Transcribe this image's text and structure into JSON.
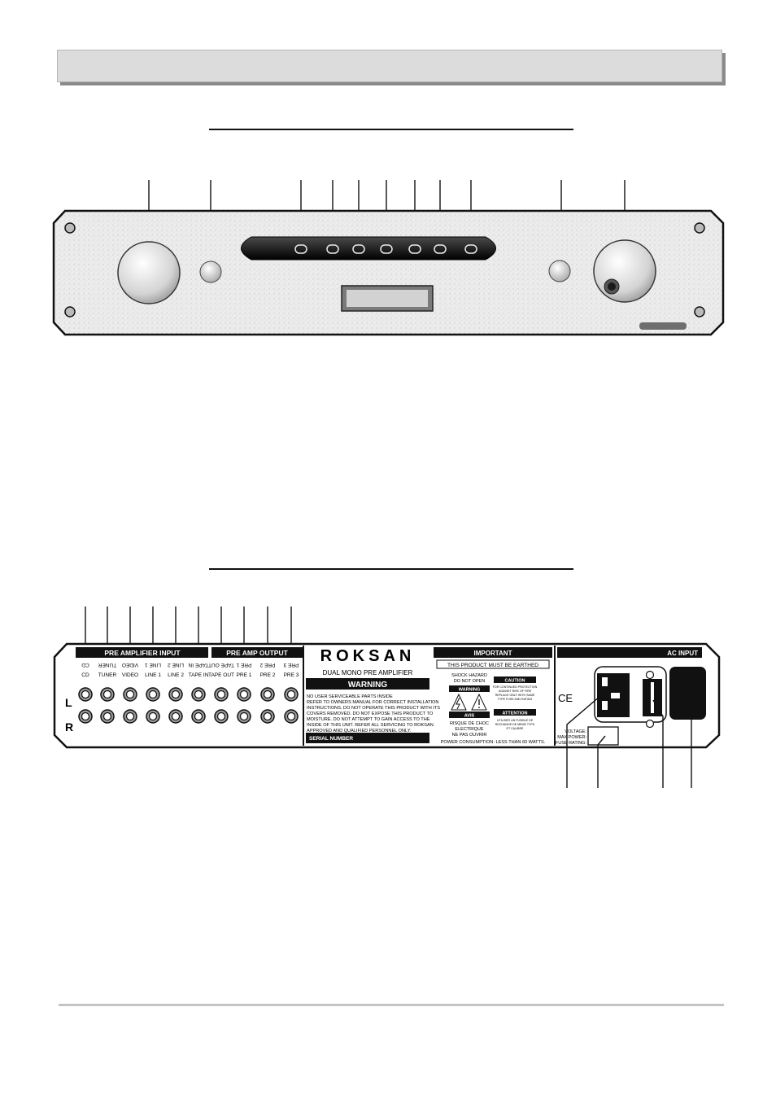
{
  "front_panel": {},
  "rear_panel": {
    "section_input": "PRE AMPLIFIER INPUT",
    "section_output": "PRE AMP OUTPUT",
    "channel_left": "L",
    "channel_right": "R",
    "jack_labels": [
      "CD",
      "TUNER",
      "VIDEO",
      "LINE 1",
      "LINE 2",
      "TAPE IN",
      "TAPE OUT",
      "PRE 1",
      "PRE 2",
      "PRE 3"
    ],
    "brand": "ROKSAN",
    "model": "DUAL MONO PRE AMPLIFIER",
    "warning_title": "WARNING",
    "warning_lines": [
      "NO USER SERVICEABLE PARTS INSIDE",
      "REFER TO OWNERS MANUAL FOR CORRECT INSTALLATION",
      "INSTRUCTIONS. DO NOT OPERATE THIS PRODUCT WITH ITS",
      "COVERS REMOVED. DO NOT EXPOSE THIS PRODUCT TO",
      "MOISTURE. DO NOT ATTEMPT TO GAIN ACCESS TO THE",
      "INSIDE OF THIS UNIT. REFER ALL SERVICING TO ROKSAN",
      "APPROVED AND QUALIFIED PERSONNEL ONLY."
    ],
    "serial_number": "SERIAL NUMBER",
    "important_title": "IMPORTANT",
    "earthed": "THIS PRODUCT MUST BE EARTHED",
    "shock_hazard": "SHOCK HAZARD",
    "do_not_open": "DO NOT OPEN",
    "warning_small": "WARNING",
    "avis": "AVIS",
    "risque_1": "RISQUE DE CHOC",
    "risque_2": "ELECTRIQUE",
    "risque_3": "NE PAS OUVRIR",
    "caution": "CAUTION",
    "caution_lines": [
      "FOR CONTINUED PROTECTION",
      "AGAINST RISK OF FIRE",
      "REPLACE ONLY WITH SAME",
      "TYPE FUSE AND RATING"
    ],
    "attention": "ATTENTION",
    "attention_lines": [
      "UTILISER UN FUSIBLE DE",
      "RECHANGE DE MEME TYPE",
      "ET CALIBRE"
    ],
    "power_consumption": "POWER CONSUMPTION:  LESS THAN 60 WATTS.",
    "ac_input": "AC INPUT",
    "ce_mark": "CE",
    "voltage": "VOLTAGE:",
    "max_power": "MAX POWER:",
    "fuse_rating": "FUSE RATING:"
  },
  "colors": {
    "ink": "#111111",
    "header_fill": "#dcdcdc",
    "header_shadow": "#8a8a8a",
    "panel_fill": "#e9e9e9",
    "footer_rule": "#c4c4c4"
  }
}
